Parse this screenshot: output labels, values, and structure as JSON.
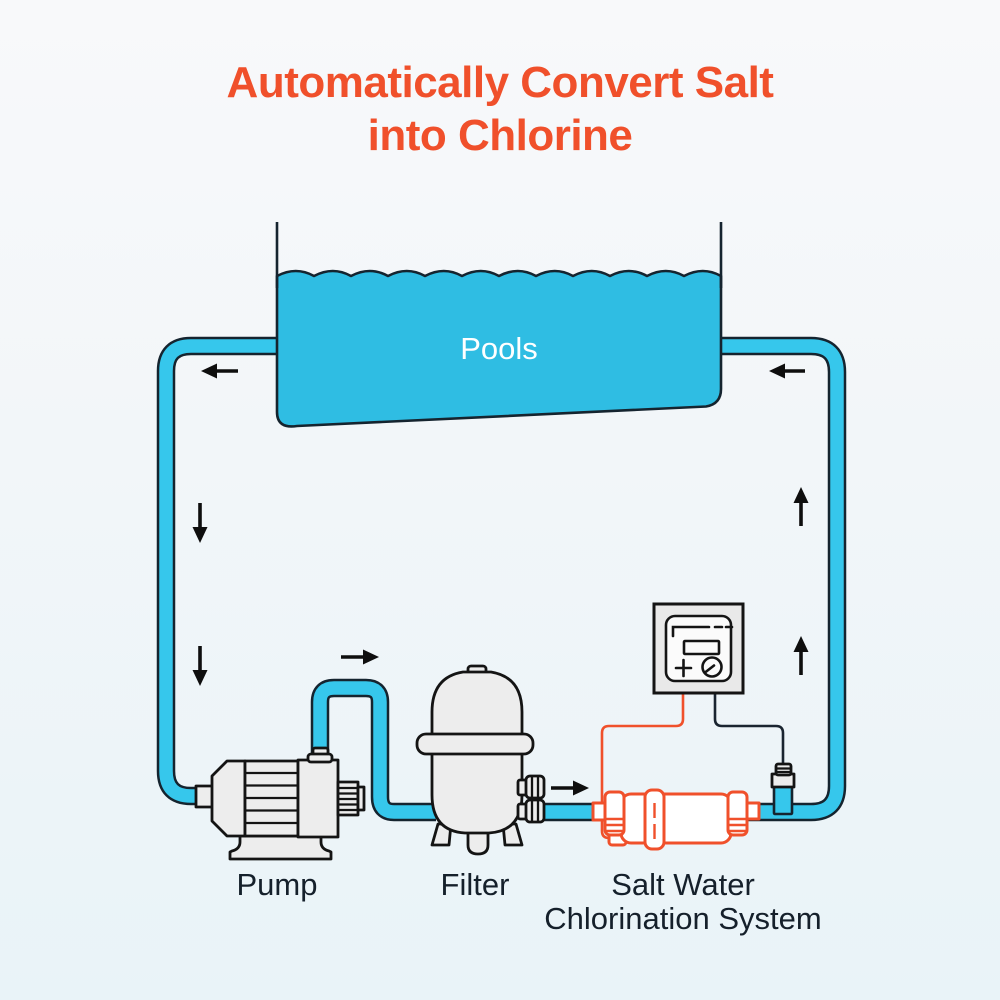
{
  "title": {
    "text": "Automatically Convert Salt\ninto Chlorine"
  },
  "pool": {
    "label": "Pools"
  },
  "equipment": {
    "pump": {
      "label": "Pump"
    },
    "filter": {
      "label": "Filter"
    },
    "chlorinator": {
      "label": "Salt Water\nChlorination System"
    }
  },
  "icons": {
    "control_panel": [
      "screen-icon",
      "plus-icon",
      "dial-knob-icon"
    ],
    "flow_marker": "black-arrow"
  },
  "flow_arrows": [
    {
      "position": "pool-outlet-top-left",
      "direction": "left"
    },
    {
      "position": "left-pipe-upper",
      "direction": "down"
    },
    {
      "position": "left-pipe-lower",
      "direction": "down"
    },
    {
      "position": "pump-to-filter",
      "direction": "right"
    },
    {
      "position": "filter-to-chlorinator",
      "direction": "right"
    },
    {
      "position": "right-pipe-lower",
      "direction": "up"
    },
    {
      "position": "right-pipe-upper",
      "direction": "up"
    },
    {
      "position": "return-to-pool-top-right",
      "direction": "left"
    }
  ],
  "colors": {
    "accent_orange": "#F0502B",
    "pipe_cyan": "#36C7EC",
    "water_cyan": "#2FBDE3",
    "outline_dark": "#15242F",
    "ink": "#141414",
    "metal_gray": "#EDEDED",
    "panel_gray": "#E9E9E9",
    "bg_top": "#F8F9FA",
    "bg_bottom": "#E9F3F8",
    "label_color": "#15202B",
    "pool_text": "#FFFFFF"
  }
}
